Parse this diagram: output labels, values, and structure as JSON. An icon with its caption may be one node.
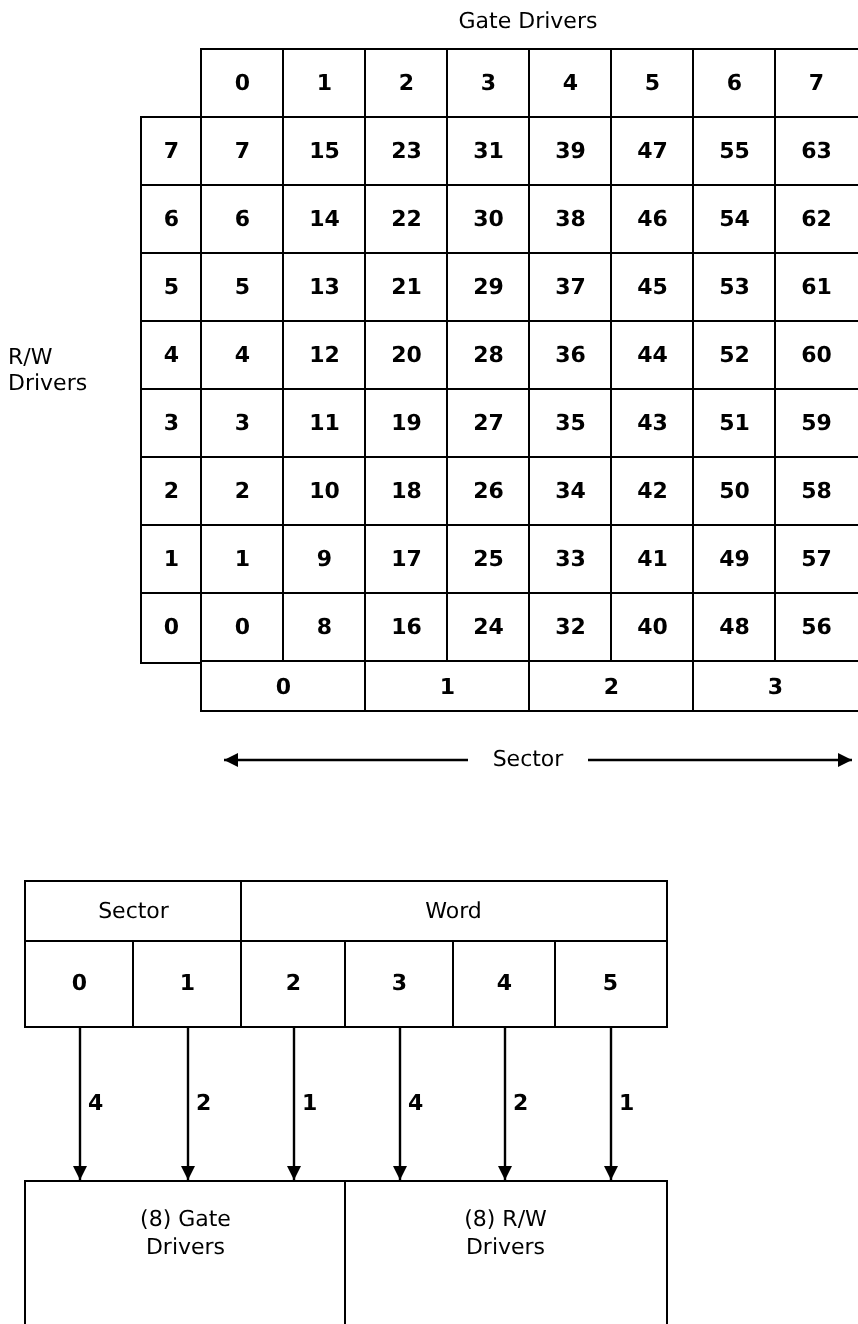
{
  "diagram": {
    "nodes": [
      {
        "text": [
          "Sector"
        ]
      },
      {
        "text": [
          "Word"
        ]
      },
      {
        "text": [
          "0"
        ]
      },
      {
        "text": [
          "1"
        ]
      },
      {
        "text": [
          "2"
        ]
      },
      {
        "text": [
          "3"
        ]
      },
      {
        "text": [
          "4"
        ]
      },
      {
        "text": [
          "5"
        ]
      },
      {
        "text": [
          "(8) Gate Drivers"
        ]
      },
      {
        "text": [
          "(8) R/W Drivers"
        ]
      }
    ],
    "edges": [
      {
        "from": 2,
        "to": 8,
        "arrow": "to",
        "label": "4"
      },
      {
        "from": 3,
        "to": 8,
        "arrow": "to",
        "label": "2"
      },
      {
        "from": 4,
        "to": 8,
        "arrow": "to",
        "label": "1"
      },
      {
        "from": 5,
        "to": 9,
        "arrow": "to",
        "label": "4"
      },
      {
        "from": 6,
        "to": 9,
        "arrow": "to",
        "label": "2"
      },
      {
        "from": 7,
        "to": 9,
        "arrow": "to",
        "label": "1"
      }
    ],
    "labels": [
      "Gate Drivers",
      "0",
      "1",
      "2",
      "3",
      "4",
      "5",
      "6",
      "7",
      "7",
      "7",
      "15",
      "23",
      "31",
      "39",
      "47",
      "55",
      "63",
      "6",
      "6",
      "14",
      "22",
      "30",
      "38",
      "46",
      "54",
      "62",
      "5",
      "5",
      "13",
      "21",
      "29",
      "37",
      "45",
      "53",
      "61",
      "4",
      "4",
      "12",
      "20",
      "28",
      "36",
      "44",
      "52",
      "60",
      "R/W Drivers",
      "3",
      "3",
      "11",
      "19",
      "27",
      "35",
      "43",
      "51",
      "59",
      "2",
      "2",
      "10",
      "18",
      "26",
      "34",
      "42",
      "50",
      "58",
      "1",
      "1",
      "9",
      "17",
      "25",
      "33",
      "41",
      "49",
      "57",
      "0",
      "0",
      "8",
      "16",
      "24",
      "32",
      "40",
      "48",
      "56",
      "0",
      "1",
      "2",
      "3",
      "Sector"
    ]
  }
}
